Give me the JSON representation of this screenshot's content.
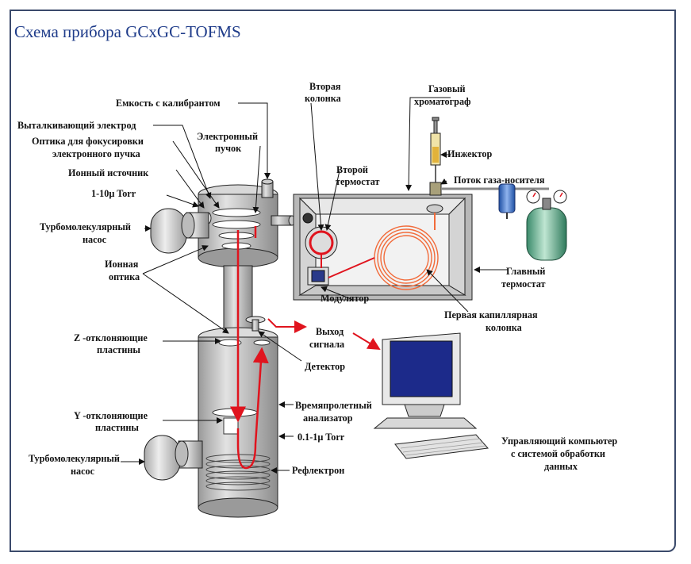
{
  "title": "Схема прибора GCxGC-TOFMS",
  "labels": {
    "calibrant": "Емкость с калибрантом",
    "push_electrode": "Выталкивающий электрод",
    "focus_optics_1": "Оптика для фокусировки",
    "focus_optics_2": "электронного пучка",
    "electron_beam_1": "Электронный",
    "electron_beam_2": "пучок",
    "ion_source": "Ионный источник",
    "pressure_high": "1-10µ Torr",
    "turbo_top_1": "Турбомолекулярный",
    "turbo_top_2": "насос",
    "ion_optics_1": "Ионная",
    "ion_optics_2": "оптика",
    "second_column_1": "Вторая",
    "second_column_2": "колонка",
    "second_oven_1": "Второй",
    "second_oven_2": "термостат",
    "gc_1": "Газовый",
    "gc_2": "хроматограф",
    "injector": "Инжектор",
    "carrier_gas": "Поток газа-носителя",
    "main_oven_1": "Главный",
    "main_oven_2": "термостат",
    "modulator": "Модулятор",
    "first_column_1": "Первая капиллярная",
    "first_column_2": "колонка",
    "signal_out_1": "Выход",
    "signal_out_2": "сигнала",
    "z_plates_1": "Z -отклоняющие",
    "z_plates_2": "пластины",
    "detector": "Детектор",
    "tof_1": "Времяпролетный",
    "tof_2": "анализатор",
    "y_plates_1": "Y -отклоняющие",
    "y_plates_2": "пластины",
    "pressure_low": "0.1-1µ Torr",
    "computer_1": "Управляющий компьютер",
    "computer_2": "с системой обработки",
    "computer_3": "данных",
    "turbo_bottom_1": "Турбомолекулярный",
    "turbo_bottom_2": "насос",
    "reflectron": "Рефлектрон"
  }
}
